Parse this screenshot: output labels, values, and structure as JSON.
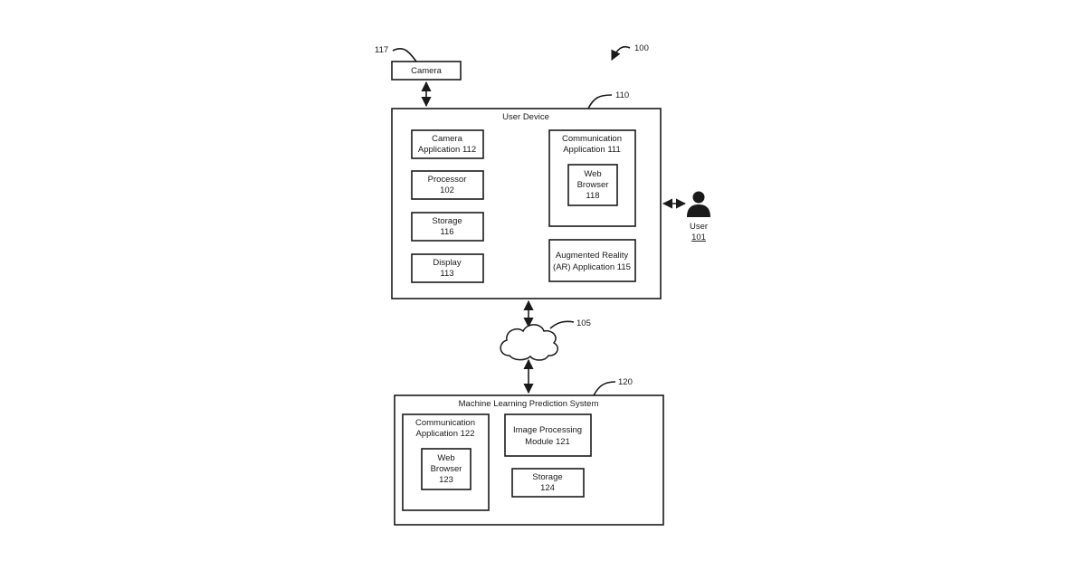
{
  "figure_ref": "100",
  "camera": {
    "label": "Camera",
    "ref": "117"
  },
  "user_device": {
    "label": "User Device",
    "ref": "110",
    "camera_app": {
      "line1": "Camera",
      "line2": "Application 112"
    },
    "processor": {
      "line1": "Processor",
      "line2": "102"
    },
    "storage": {
      "line1": "Storage",
      "line2": "116"
    },
    "display": {
      "line1": "Display",
      "line2": "113"
    },
    "comm_app": {
      "line1": "Communication",
      "line2": "Application 111",
      "browser": {
        "line1": "Web",
        "line2": "Browser",
        "line3": "118"
      }
    },
    "ar_app": {
      "line1": "Augmented Reality",
      "line2": "(AR) Application 115"
    }
  },
  "user": {
    "label": "User",
    "ref": "101",
    "icon": "user-icon"
  },
  "network": {
    "ref": "105",
    "icon": "cloud-icon"
  },
  "ml_system": {
    "label": "Machine Learning Prediction System",
    "ref": "120",
    "comm_app": {
      "line1": "Communication",
      "line2": "Application 122",
      "browser": {
        "line1": "Web",
        "line2": "Browser",
        "line3": "123"
      }
    },
    "image_processing": {
      "line1": "Image Processing",
      "line2": "Module 121"
    },
    "storage": {
      "line1": "Storage",
      "line2": "124"
    }
  }
}
